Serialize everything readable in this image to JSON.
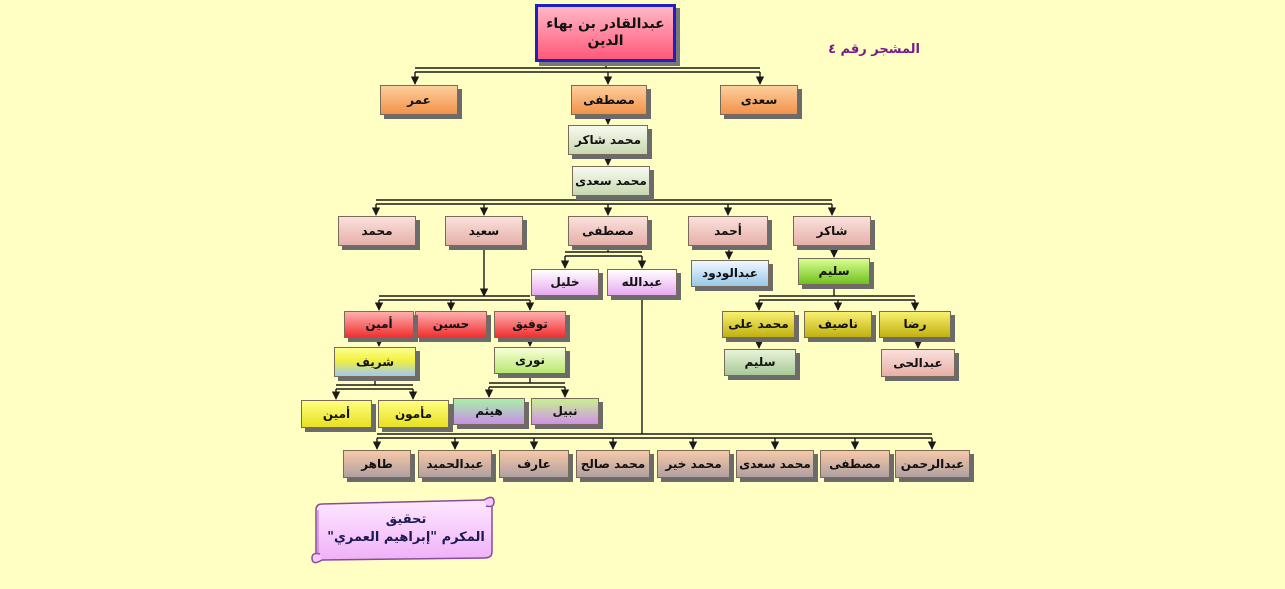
{
  "diagram_label": "المشجر رقم ٤",
  "credit": {
    "line1": "تحقيق",
    "line2": "المكرم \"إبراهيم العمري\""
  },
  "nodes": {
    "root": "عبدالقادر بن بهاء الدين",
    "saadi": "سعدى",
    "mustafa1": "مصطفى",
    "umar": "عمر",
    "muhammad_shakir": "محمد شاكر",
    "muhammad_saadi": "محمد سعدى",
    "shakir": "شاكر",
    "ahmad": "أحمد",
    "mustafa2": "مصطفى",
    "said": "سعيد",
    "muhammad": "محمد",
    "salim1": "سليم",
    "abdulwadud": "عبدالودود",
    "abdullah": "عبدالله",
    "khalil": "خليل",
    "rida": "رضا",
    "nasif": "ناصيف",
    "muhammad_ali": "محمد على",
    "abdulhay": "عبدالحى",
    "salim2": "سليم",
    "tawfiq": "توفيق",
    "husayn": "حسين",
    "amin1": "أمين",
    "nuri": "نورى",
    "sharif": "شريف",
    "nabil": "نبيل",
    "haytham": "هيثم",
    "mamun": "مأمون",
    "amin2": "أمين",
    "abdulrahman": "عبدالرحمن",
    "mustafa3": "مصطفى",
    "muhammad_saadi2": "محمد سعدى",
    "muhammad_khayr": "محمد خير",
    "muhammad_salih": "محمد صالح",
    "arif": "عارف",
    "abdulhamid": "عبدالحميد",
    "tahir": "طاهر"
  }
}
